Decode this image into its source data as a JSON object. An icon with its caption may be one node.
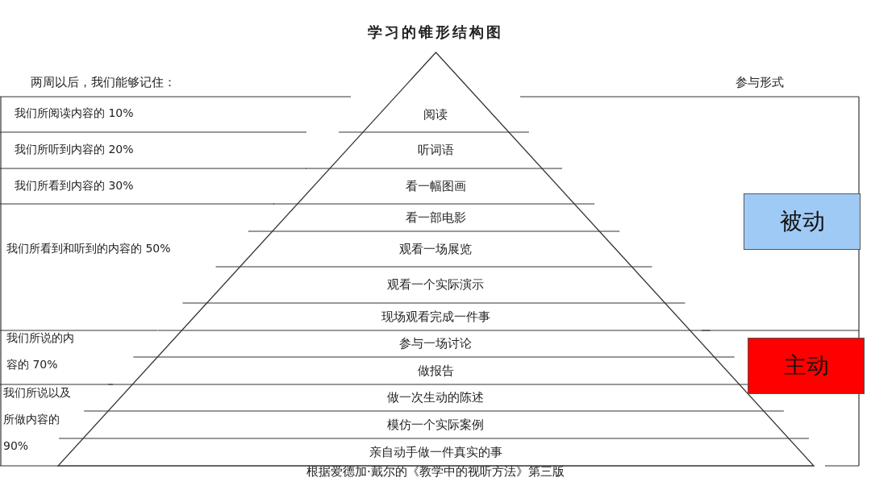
{
  "diagram": {
    "title": "学习的锥形结构图",
    "caption": "根据爱德加·戴尔的《教学中的视听方法》第三版",
    "nodes": [
      {
        "text": [],
        "shape": "triangle"
      },
      {
        "text": [
          "阅读"
        ],
        "in": 0
      },
      {
        "text": [
          "听词语"
        ],
        "in": 0
      },
      {
        "text": [
          "看一幅图画"
        ],
        "in": 0
      },
      {
        "text": [
          "看一部电影"
        ],
        "in": 0
      },
      {
        "text": [
          "观看一场展览"
        ],
        "in": 0
      },
      {
        "text": [
          "观看一个实际演示"
        ],
        "in": 0
      },
      {
        "text": [
          "现场观看完成一件事"
        ],
        "in": 0
      },
      {
        "text": [
          "参与一场讨论"
        ],
        "in": 0
      },
      {
        "text": [
          "做报告"
        ],
        "in": 0
      },
      {
        "text": [
          "做一次生动的陈述"
        ],
        "in": 0
      },
      {
        "text": [
          "模仿一个实际案例"
        ],
        "in": 0
      },
      {
        "text": [
          "亲自动手做一件真实的事"
        ],
        "in": 0
      },
      {
        "text": [
          "被动"
        ]
      },
      {
        "text": [
          "主动"
        ]
      }
    ],
    "labels": [
      "两周以后，我们能够记住：",
      "参与形式",
      "我们所阅读内容的 10%",
      "我们所听到内容的 20%",
      "我们所看到内容的 30%",
      "我们所看到和听到的内容的 50%",
      "我们所说的内容的 70%",
      "我们所说以及所做内容的90%"
    ]
  }
}
